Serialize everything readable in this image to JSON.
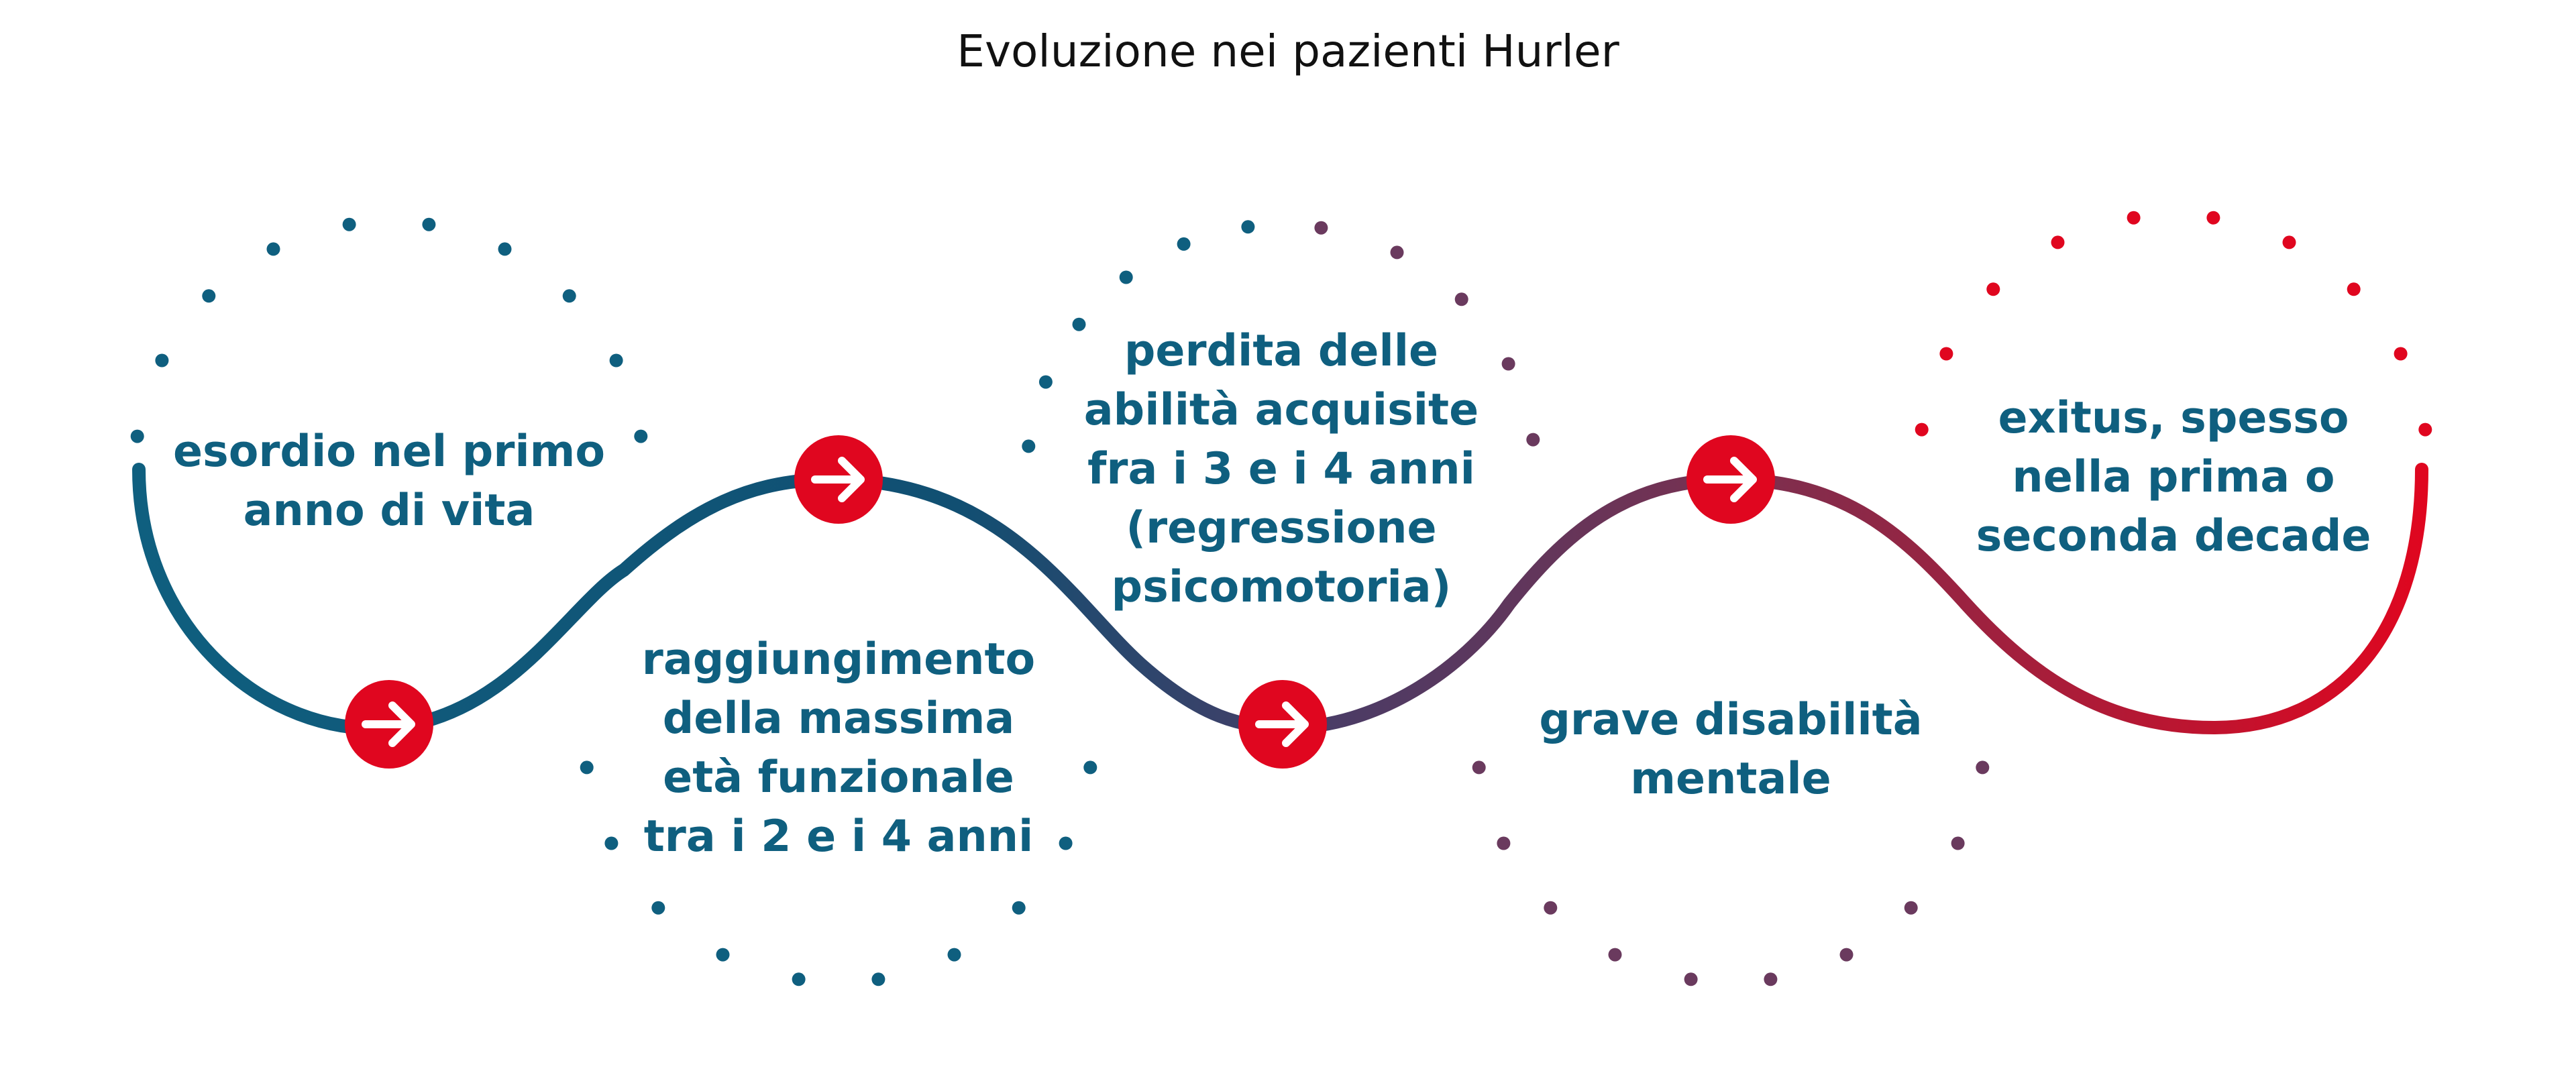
{
  "title": "Evoluzione nei pazienti Hurler",
  "colors": {
    "blue": "#0f5f7f",
    "purple": "#6a3a5e",
    "red": "#e0061f",
    "arrow_badge": "#e0061f",
    "arrow_glyph": "#ffffff"
  },
  "arrow_icon": "arrow-right-icon",
  "steps": [
    {
      "lines": [
        "esordio nel primo",
        "anno di vita"
      ]
    },
    {
      "lines": [
        "raggiungimento",
        "della massima",
        "età funzionale",
        "tra i 2 e i 4 anni"
      ]
    },
    {
      "lines": [
        "perdita delle",
        "abilità acquisite",
        "fra i 3 e i 4 anni",
        "(regressione",
        "psicomotoria)"
      ]
    },
    {
      "lines": [
        "grave disabilità",
        "mentale"
      ]
    },
    {
      "lines": [
        "exitus, spesso",
        "nella prima o",
        "seconda decade"
      ]
    }
  ]
}
